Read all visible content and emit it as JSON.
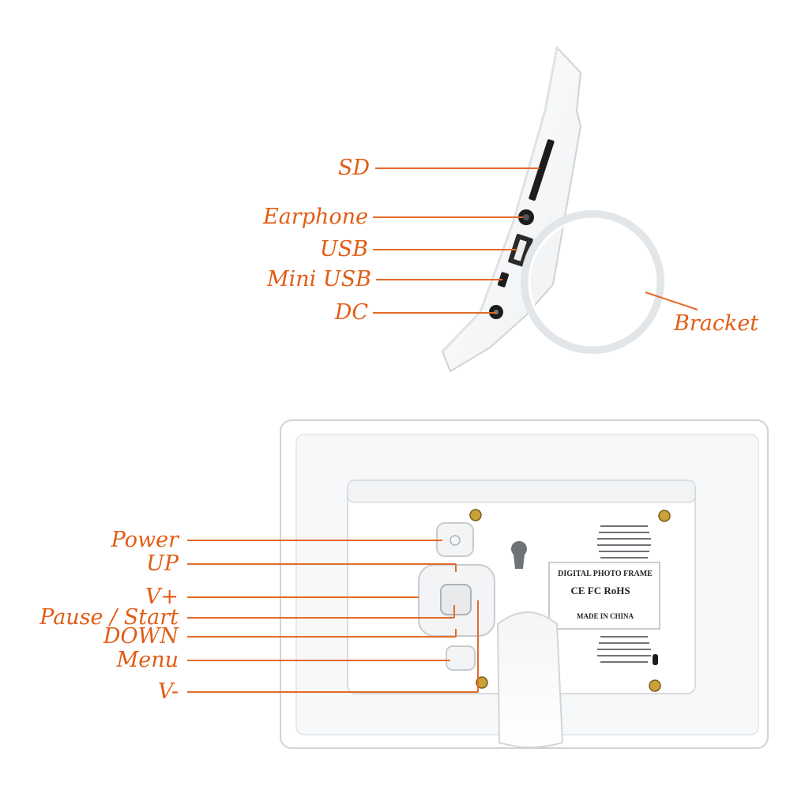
{
  "colors": {
    "label": "#e25c14",
    "leader": "#e46a2a",
    "device": "#ffffff",
    "device_edge": "#cfd3d6",
    "port": "#1c1c1c",
    "screw": "#c9a23a"
  },
  "top_view": {
    "callouts": {
      "sd": "SD",
      "earphone": "Earphone",
      "usb": "USB",
      "mini_usb": "Mini USB",
      "dc": "DC",
      "bracket": "Bracket"
    }
  },
  "back_view": {
    "callouts": {
      "power": "Power",
      "up": "UP",
      "v_plus": "V+",
      "pause_start": "Pause / Start",
      "down": "DOWN",
      "menu": "Menu",
      "v_minus": "V-"
    },
    "sticker": {
      "title": "DIGITAL PHOTO FRAME",
      "marks": "CE FC RoHS",
      "origin": "MADE IN CHINA"
    }
  }
}
